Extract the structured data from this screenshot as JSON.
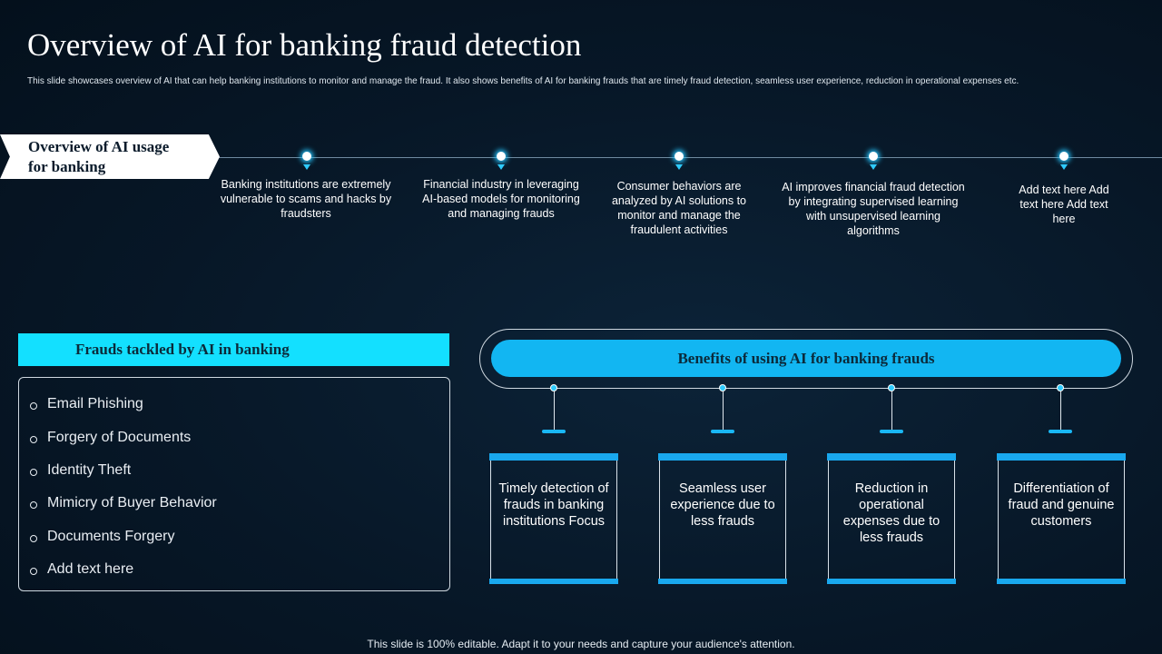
{
  "title": "Overview of AI for banking fraud detection",
  "subtitle": "This slide showcases overview of AI that can help banking institutions to monitor and manage the fraud. It also shows benefits of AI for banking frauds that are timely  fraud detection, seamless user experience, reduction in operational expenses etc.",
  "overview_tag": "Overview of AI usage\nfor banking",
  "timeline": [
    "Banking institutions are extremely vulnerable  to scams and hacks by fraudsters",
    "Financial industry in leveraging  AI-based models for monitoring and managing frauds",
    "Consumer behaviors are analyzed by AI solutions to monitor and manage the fraudulent  activities",
    "AI improves  financial fraud detection by integrating supervised  learning with unsupervised learning algorithms",
    "Add text here Add text here Add text here"
  ],
  "frauds": {
    "header": "Frauds tackled by AI in banking",
    "items": [
      "Email Phishing",
      "Forgery of Documents",
      "Identity  Theft",
      "Mimicry of Buyer Behavior",
      "Documents Forgery",
      "Add text here"
    ]
  },
  "benefits": {
    "header": "Benefits of using  AI for banking frauds",
    "items": [
      "Timely detection of frauds in banking institutions Focus",
      "Seamless user experience due to less frauds",
      "Reduction in operational expenses due to less frauds",
      "Differentiation of fraud and genuine customers"
    ]
  },
  "footer": "This slide is 100% editable. Adapt it to your needs and capture your audience's attention.",
  "colors": {
    "background": "#071727",
    "accent_cyan": "#13e0ff",
    "accent_blue": "#12b6f2"
  }
}
